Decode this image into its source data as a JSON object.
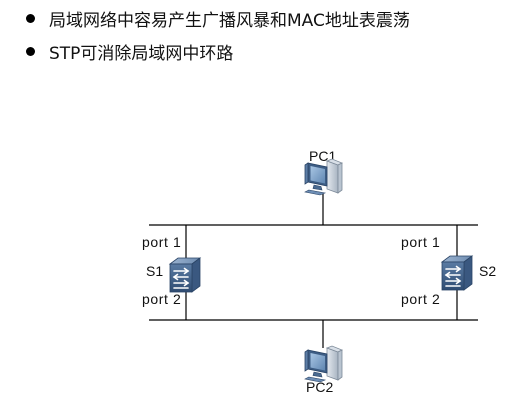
{
  "bullets": [
    {
      "text": "局域网络中容易产生广播风暴和MAC地址表震荡"
    },
    {
      "text": "STP可消除局域网中环路"
    }
  ],
  "diagram": {
    "pc_top": {
      "label": "PC1",
      "icon": "pc-icon"
    },
    "pc_bottom": {
      "label": "PC2",
      "icon": "pc-icon"
    },
    "switch_left": {
      "label": "S1",
      "icon": "switch-icon",
      "port_top": "port 1",
      "port_bottom": "port 2"
    },
    "switch_right": {
      "label": "S2",
      "icon": "switch-icon",
      "port_top": "port 1",
      "port_bottom": "port 2"
    }
  },
  "colors": {
    "line": "#000000",
    "switch_body": "#3f5f86",
    "switch_top": "#7f9bbd",
    "pc_monitor": "#4a6a90",
    "pc_screen": "#8fb0d2",
    "pc_case": "#c9d3de"
  }
}
